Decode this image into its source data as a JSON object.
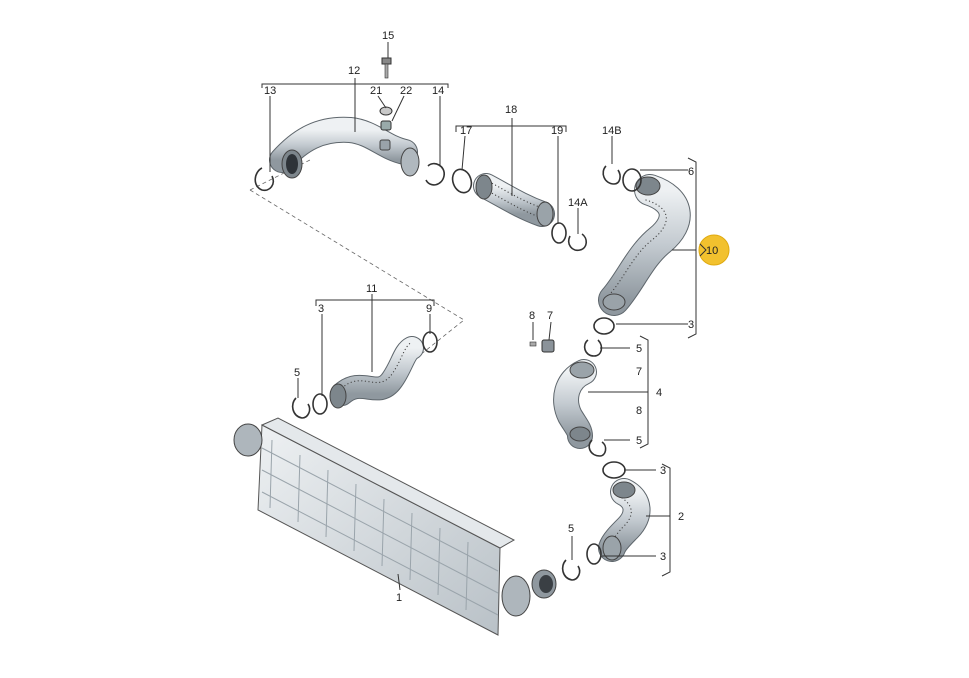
{
  "diagram": {
    "callouts": [
      {
        "id": "c15",
        "text": "15"
      },
      {
        "id": "c12",
        "text": "12"
      },
      {
        "id": "c21",
        "text": "21"
      },
      {
        "id": "c22",
        "text": "22"
      },
      {
        "id": "c13",
        "text": "13"
      },
      {
        "id": "c14",
        "text": "14"
      },
      {
        "id": "c18",
        "text": "18"
      },
      {
        "id": "c17",
        "text": "17"
      },
      {
        "id": "c19",
        "text": "19"
      },
      {
        "id": "c14B",
        "text": "14B"
      },
      {
        "id": "c14A",
        "text": "14A"
      },
      {
        "id": "c6",
        "text": "6"
      },
      {
        "id": "c10",
        "text": "10"
      },
      {
        "id": "c3a",
        "text": "3"
      },
      {
        "id": "c11",
        "text": "11"
      },
      {
        "id": "c3b",
        "text": "3"
      },
      {
        "id": "c9",
        "text": "9"
      },
      {
        "id": "c8",
        "text": "8"
      },
      {
        "id": "c7a",
        "text": "7"
      },
      {
        "id": "c5a",
        "text": "5"
      },
      {
        "id": "c5b",
        "text": "5"
      },
      {
        "id": "c7b",
        "text": "7"
      },
      {
        "id": "c4",
        "text": "4"
      },
      {
        "id": "c8b",
        "text": "8"
      },
      {
        "id": "c5c",
        "text": "5"
      },
      {
        "id": "c3c",
        "text": "3"
      },
      {
        "id": "c2",
        "text": "2"
      },
      {
        "id": "c5d",
        "text": "5"
      },
      {
        "id": "c3d",
        "text": "3"
      },
      {
        "id": "c1",
        "text": "1"
      }
    ],
    "highlight": {
      "callout": "10",
      "color": "#f2c12e"
    },
    "colors": {
      "line": "#333333",
      "hose": "#c9d0d5",
      "hose_shade": "#8e979e",
      "cooler": "#d7dde1"
    }
  }
}
